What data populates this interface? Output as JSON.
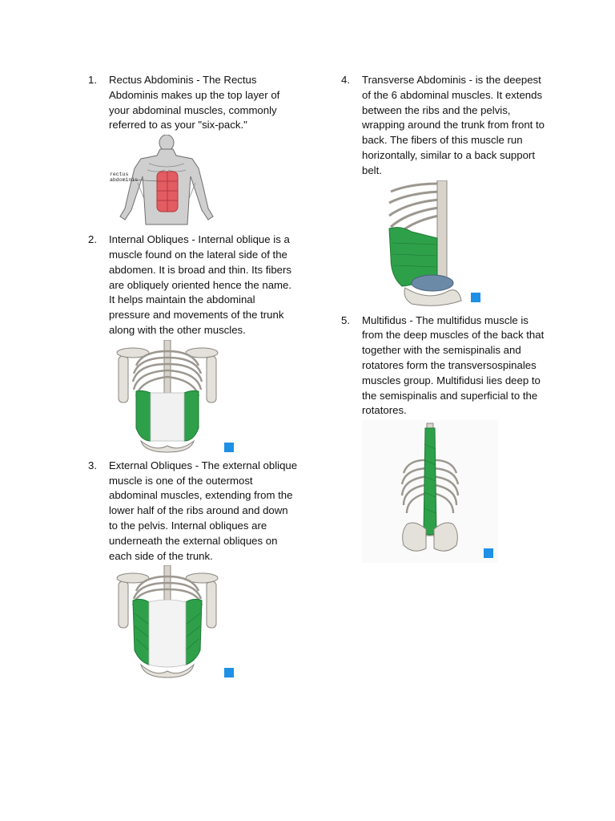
{
  "items": [
    {
      "num": "1.",
      "title": "Rectus Abdominis",
      "text": "Rectus Abdominis - The Rectus Abdominis makes up the top layer of your abdominal muscles, commonly referred to as your \"six-pack.\"",
      "figure_label": "rectus abdominis"
    },
    {
      "num": "2.",
      "title": "Internal Obliques",
      "text": "Internal Obliques - Internal oblique is a muscle found on the lateral side of the abdomen. It is broad and thin. Its fibers are obliquely oriented hence the name. It helps maintain the abdominal pressure and movements of the trunk along with the other muscles."
    },
    {
      "num": "3.",
      "title": "External Obliques",
      "text": "External Obliques - The external oblique muscle is one of the outermost abdominal muscles, extending from the lower half of the ribs around and down to the pelvis. Internal obliques are underneath the external obliques on each side of the trunk."
    },
    {
      "num": "4.",
      "title": "Transverse Abdominis",
      "text": "Transverse Abdominis - is the deepest of the 6 abdominal muscles. It extends between the ribs and the pelvis, wrapping around the trunk from front to back. The fibers of this muscle run horizontally, similar to a back support belt."
    },
    {
      "num": "5.",
      "title": "Multifidus",
      "text": "Multifidus - The multifidus muscle is from the deep muscles of the back that together with the semispinalis and rotatores form the transversospinales muscles group. Multifidusi lies deep to the semispinalis and superficial to the rotatores."
    }
  ],
  "colors": {
    "muscle_red": "#e25c62",
    "muscle_green": "#2ea04a",
    "badge_blue": "#1e90e6",
    "bone": "#d8d4cc"
  }
}
